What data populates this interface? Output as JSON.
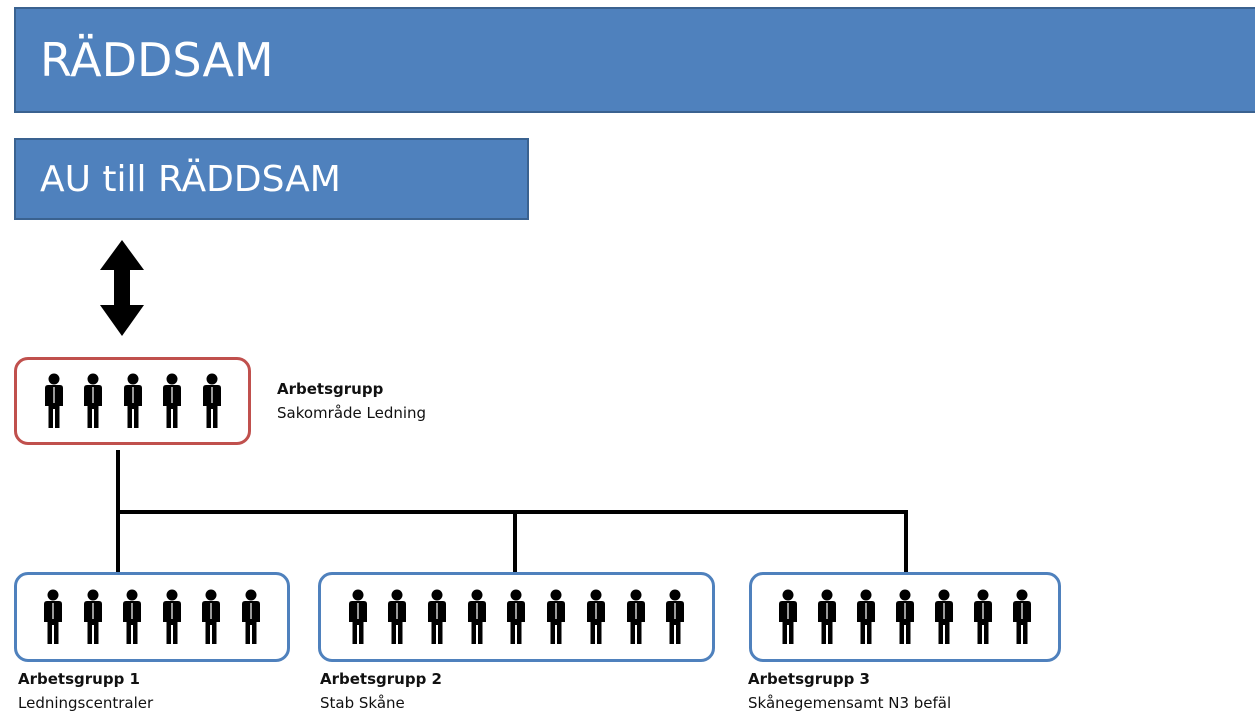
{
  "banners": {
    "main": "RÄDDSAM",
    "au": "AU till RÄDDSAM"
  },
  "lead_group": {
    "title": "Arbetsgrupp",
    "subtitle": "Sakområde Ledning",
    "members": 5
  },
  "subgroups": [
    {
      "title": "Arbetsgrupp 1",
      "subtitle": "Ledningscentraler",
      "members": 6
    },
    {
      "title": "Arbetsgrupp 2",
      "subtitle": "Stab Skåne",
      "members": 9
    },
    {
      "title": "Arbetsgrupp 3",
      "subtitle": "Skånegemensamt N3 befäl",
      "members": 7
    }
  ],
  "colors": {
    "banner_fill": "#4f81bd",
    "lead_border": "#c0504d",
    "sub_border": "#4f81bd",
    "connector": "#000000"
  },
  "icons": {
    "arrow": "double-vertical-arrow-icon",
    "member": "person-icon"
  }
}
